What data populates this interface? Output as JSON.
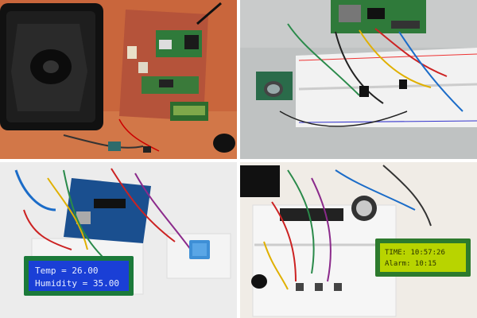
{
  "collage": {
    "panels": [
      {
        "id": "speaker-board"
      },
      {
        "id": "raspberry-pi-breadboard"
      },
      {
        "id": "temp-humidity-arduino"
      },
      {
        "id": "rtc-alarm-clock"
      }
    ]
  },
  "temp_humidity_lcd": {
    "line1": "Temp = 26.00",
    "line2": "Humidity = 35.00",
    "backlight_color": "#1a3fd6",
    "text_color": "#e8eeff"
  },
  "alarm_lcd": {
    "line1": "TIME: 10:57:26",
    "line2": "Alarm: 10:15",
    "backlight_color": "#b8d400",
    "text_color": "#2a3300"
  },
  "accent_colors": {
    "wall_top_left": "#c9663c",
    "pi_board_green": "#2f7a3a",
    "dht_sensor_blue": "#3e8fd6",
    "arduino_blue": "#1a4f8f"
  }
}
